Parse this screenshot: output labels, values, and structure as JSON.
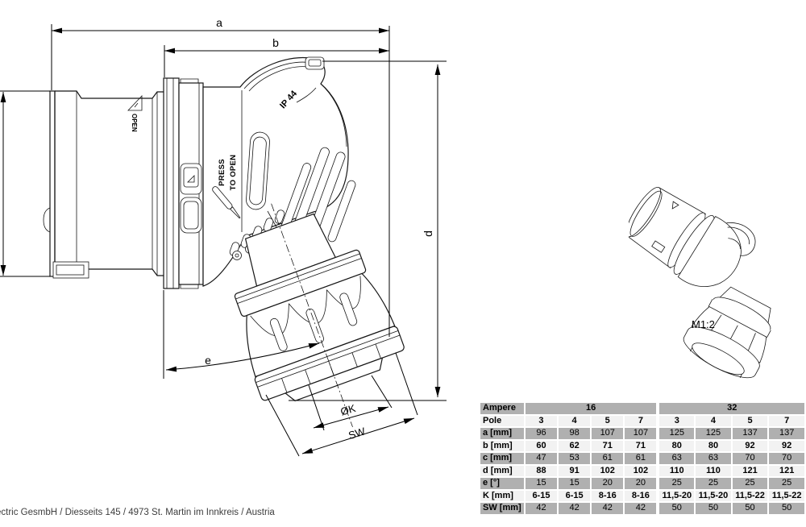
{
  "drawing": {
    "dimension_labels": {
      "a": "a",
      "b": "b",
      "d": "d",
      "e": "e",
      "k": "ØK",
      "sw": "SW"
    },
    "markings": {
      "open": "OPEN",
      "press_line1": "PRESS",
      "press_line2": "TO OPEN",
      "ip_rating": "IP 44"
    },
    "scale_label": "M1:2",
    "scale_label_color": "#2e3192"
  },
  "table": {
    "corner_label": "Ampere",
    "groups": [
      {
        "label": "16",
        "span": 4
      },
      {
        "label": "32",
        "span": 4
      }
    ],
    "rows": [
      {
        "label": "Pole",
        "shade": "light",
        "bold_values": true,
        "values": [
          "3",
          "4",
          "5",
          "7",
          "3",
          "4",
          "5",
          "7"
        ]
      },
      {
        "label": "a [mm]",
        "shade": "shade",
        "bold_values": false,
        "values": [
          "96",
          "98",
          "107",
          "107",
          "125",
          "125",
          "137",
          "137"
        ]
      },
      {
        "label": "b [mm]",
        "shade": "light",
        "bold_values": true,
        "values": [
          "60",
          "62",
          "71",
          "71",
          "80",
          "80",
          "92",
          "92"
        ]
      },
      {
        "label": "c [mm]",
        "shade": "shade",
        "bold_values": false,
        "values": [
          "47",
          "53",
          "61",
          "61",
          "63",
          "63",
          "70",
          "70"
        ]
      },
      {
        "label": "d [mm]",
        "shade": "light",
        "bold_values": true,
        "values": [
          "88",
          "91",
          "102",
          "102",
          "110",
          "110",
          "121",
          "121"
        ]
      },
      {
        "label": "e [°]",
        "shade": "shade",
        "bold_values": false,
        "values": [
          "15",
          "15",
          "20",
          "20",
          "25",
          "25",
          "25",
          "25"
        ]
      },
      {
        "label": "K [mm]",
        "shade": "light",
        "bold_values": true,
        "values": [
          "6-15",
          "6-15",
          "8-16",
          "8-16",
          "11,5-20",
          "11,5-20",
          "11,5-22",
          "11,5-22"
        ]
      },
      {
        "label": "SW [mm]",
        "shade": "shade",
        "bold_values": false,
        "values": [
          "42",
          "42",
          "42",
          "42",
          "50",
          "50",
          "50",
          "50"
        ]
      }
    ],
    "colors": {
      "shaded_row": "#b0b0b0",
      "light_row": "#f2f2f2"
    }
  },
  "footer": {
    "address_line": "ectric GesmbH / Diesseits 145 / 4973 St. Martin im Innkreis / Austria"
  }
}
